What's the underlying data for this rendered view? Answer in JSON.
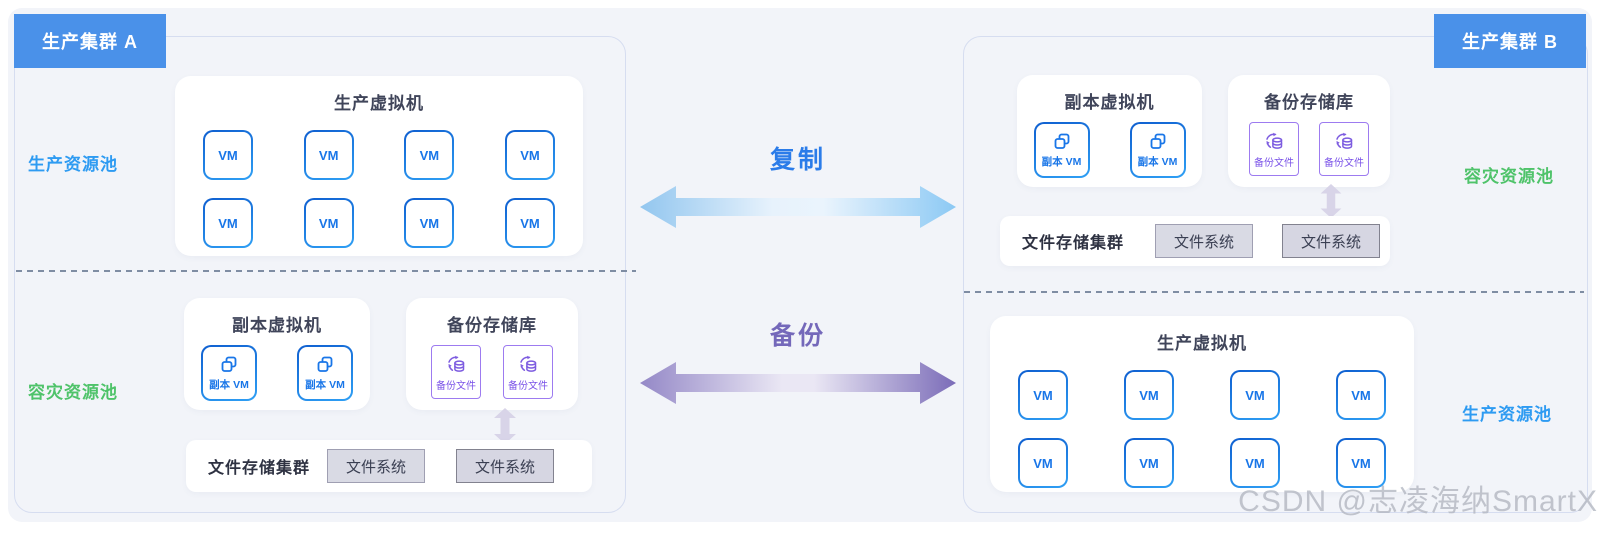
{
  "center": {
    "replication_label": "复制",
    "backup_label": "备份"
  },
  "cluster_a": {
    "badge": "生产集群 A",
    "production_pool_label": "生产资源池",
    "dr_pool_label": "容灾资源池",
    "production_vm_group": {
      "title": "生产虚拟机",
      "vm_label": "VM"
    },
    "replica_vm_group": {
      "title": "副本虚拟机",
      "vm_label": "副本 VM"
    },
    "backup_repo_group": {
      "title": "备份存储库",
      "file_label": "备份文件"
    },
    "file_storage_group": {
      "label": "文件存储集群",
      "fs_label": "文件系统"
    }
  },
  "cluster_b": {
    "badge": "生产集群 B",
    "production_pool_label": "生产资源池",
    "dr_pool_label": "容灾资源池",
    "production_vm_group": {
      "title": "生产虚拟机",
      "vm_label": "VM"
    },
    "replica_vm_group": {
      "title": "副本虚拟机",
      "vm_label": "副本 VM"
    },
    "backup_repo_group": {
      "title": "备份存储库",
      "file_label": "备份文件"
    },
    "file_storage_group": {
      "label": "文件存储集群",
      "fs_label": "文件系统"
    }
  },
  "watermark": "CSDN @志凌海纳SmartX",
  "colors": {
    "badge_blue": "#4a91e9",
    "production_pool_blue": "#2e9bf2",
    "dr_pool_green": "#4fc36a",
    "replication_blue": "#2b7ce9",
    "backup_purple": "#7468ba",
    "vm_border_blue": "#1976e8",
    "backup_file_purple": "#7d5ce0"
  }
}
